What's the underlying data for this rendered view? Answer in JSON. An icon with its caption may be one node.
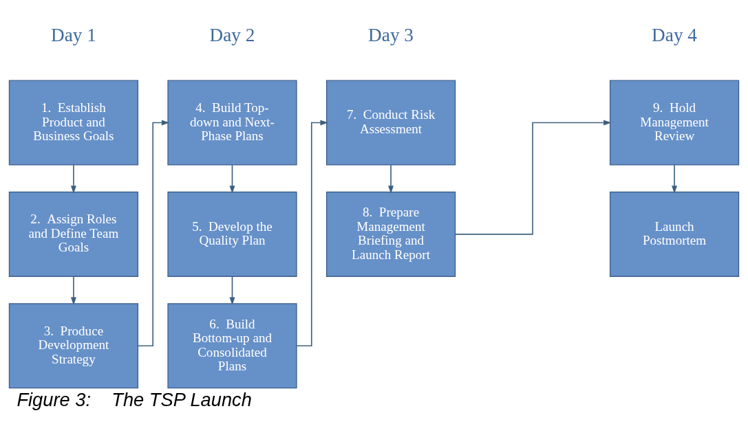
{
  "diagram": {
    "caption": "Figure 3:    The TSP Launch",
    "nodes": [
      {
        "text": [
          "1.  Establish Product and Business Goals"
        ]
      },
      {
        "text": [
          "2.  Assign Roles and Define Team Goals"
        ]
      },
      {
        "text": [
          "3.  Produce Development Strategy"
        ]
      },
      {
        "text": [
          "4.  Build Top-down and Next-Phase Plans"
        ]
      },
      {
        "text": [
          "5.  Develop the Quality Plan"
        ]
      },
      {
        "text": [
          "6.  Build Bottom-up and Consolidated Plans"
        ]
      },
      {
        "text": [
          "7.  Conduct Risk Assessment"
        ]
      },
      {
        "text": [
          "8.  Prepare Management Briefing and Launch Report"
        ]
      },
      {
        "text": [
          "9.  Hold Management Review"
        ]
      },
      {
        "text": [
          "Launch Postmortem"
        ]
      }
    ],
    "edges": [
      {
        "from": 0,
        "to": 1,
        "arrow": "to"
      },
      {
        "from": 1,
        "to": 2,
        "arrow": "to"
      },
      {
        "from": 2,
        "to": 3,
        "arrow": "to"
      },
      {
        "from": 3,
        "to": 4,
        "arrow": "to"
      },
      {
        "from": 4,
        "to": 5,
        "arrow": "to"
      },
      {
        "from": 5,
        "to": 6,
        "arrow": "to"
      },
      {
        "from": 6,
        "to": 7,
        "arrow": "to"
      },
      {
        "from": 7,
        "to": 8,
        "arrow": "to"
      },
      {
        "from": 8,
        "to": 9,
        "arrow": "to"
      }
    ],
    "labels": [
      "Day 1",
      "Day 2",
      "Day 3",
      "Day 4"
    ]
  }
}
